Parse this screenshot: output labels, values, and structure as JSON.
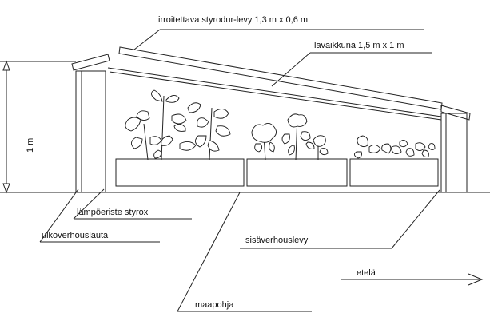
{
  "labels": {
    "removable_board": "irroitettava styrodur-levy  1,3 m x 0,6 m",
    "frame_window": "lavaikkuna 1,5 m x 1 m",
    "insulation": "lämpöeriste styrox",
    "outer_cladding": "ulkoverhouslauta",
    "inner_board": "sisäverhouslevy",
    "ground": "maapohja",
    "south": "etelä",
    "height": "1 m"
  },
  "colors": {
    "line": "#222222",
    "background": "#ffffff"
  }
}
